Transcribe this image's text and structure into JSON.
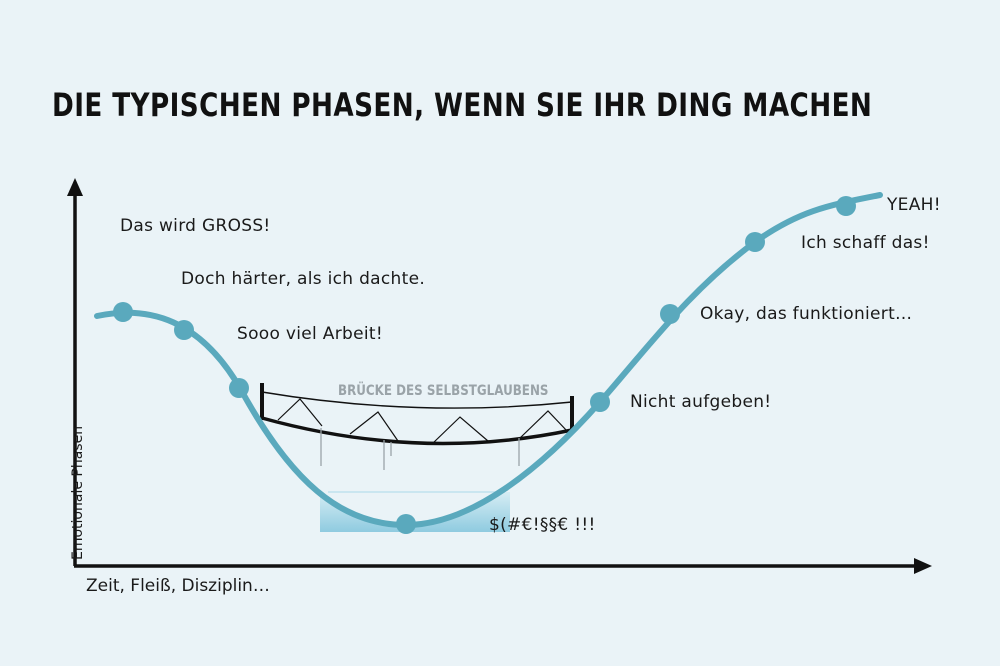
{
  "title": "Die typischen Phasen, wenn Sie Ihr Ding machen",
  "axes": {
    "y_label": "Emotionale Phasen",
    "x_label": "Zeit, Fleiß, Disziplin…"
  },
  "bridge": {
    "label": "BRÜCKE DES SELBSTGLAUBENS"
  },
  "phases": [
    {
      "id": "das-wird-gross",
      "text": "Das wird GROSS!"
    },
    {
      "id": "doch-haerter",
      "text": "Doch härter, als ich dachte."
    },
    {
      "id": "sooo-viel-arbeit",
      "text": "Sooo viel Arbeit!"
    },
    {
      "id": "tiefpunkt",
      "text": "$(#€!§§€ !!!"
    },
    {
      "id": "nicht-aufgeben",
      "text": "Nicht aufgeben!"
    },
    {
      "id": "okay-funktioniert",
      "text": "Okay, das funktioniert…"
    },
    {
      "id": "ich-schaff-das",
      "text": "Ich schaff das!"
    },
    {
      "id": "yeah",
      "text": "YEAH!"
    }
  ],
  "colors": {
    "background": "#eaf3f7",
    "curve": "#5aa9bd",
    "axis": "#111111",
    "bridge": "#111111",
    "water": "#a9d7e6"
  }
}
